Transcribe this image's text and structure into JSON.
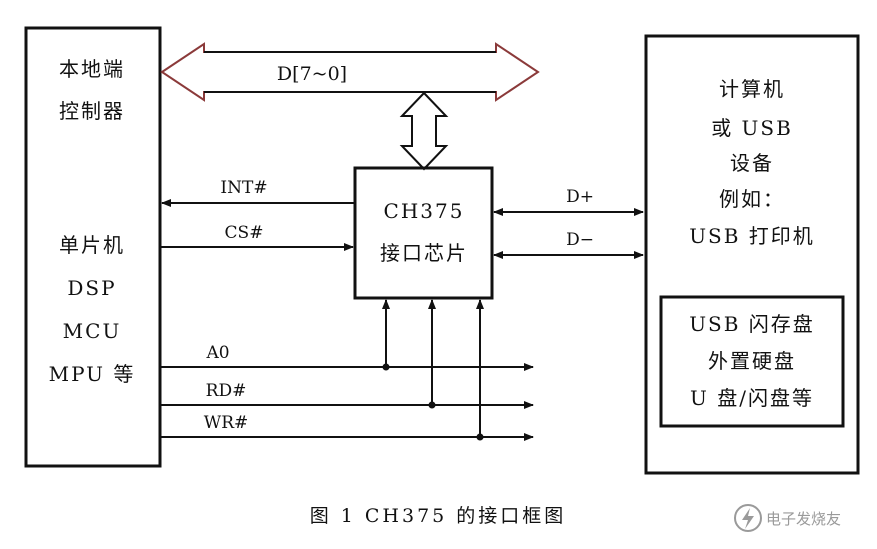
{
  "left_box": {
    "lines_top": [
      "本地端",
      "控制器"
    ],
    "lines_bottom": [
      "单片机",
      "DSP",
      "MCU",
      "MPU 等"
    ]
  },
  "chip": {
    "lines": [
      "CH375",
      "接口芯片"
    ]
  },
  "right_box": {
    "lines": [
      "计算机",
      "或 USB",
      "设备",
      "例如：",
      "USB 打印机"
    ],
    "inner_lines": [
      "USB 闪存盘",
      "外置硬盘",
      "U 盘/闪盘等"
    ]
  },
  "signals": {
    "data_bus": "D[7~0]",
    "int": "INT#",
    "cs": "CS#",
    "d_plus": "D+",
    "d_minus": "D−",
    "a0": "A0",
    "rd": "RD#",
    "wr": "WR#"
  },
  "caption": "图 1  CH375 的接口框图",
  "watermark": "电子发烧友",
  "colors": {
    "line": "#111111",
    "bus_accent": "#8b3a3a",
    "watermark": "#9a9a9a"
  }
}
